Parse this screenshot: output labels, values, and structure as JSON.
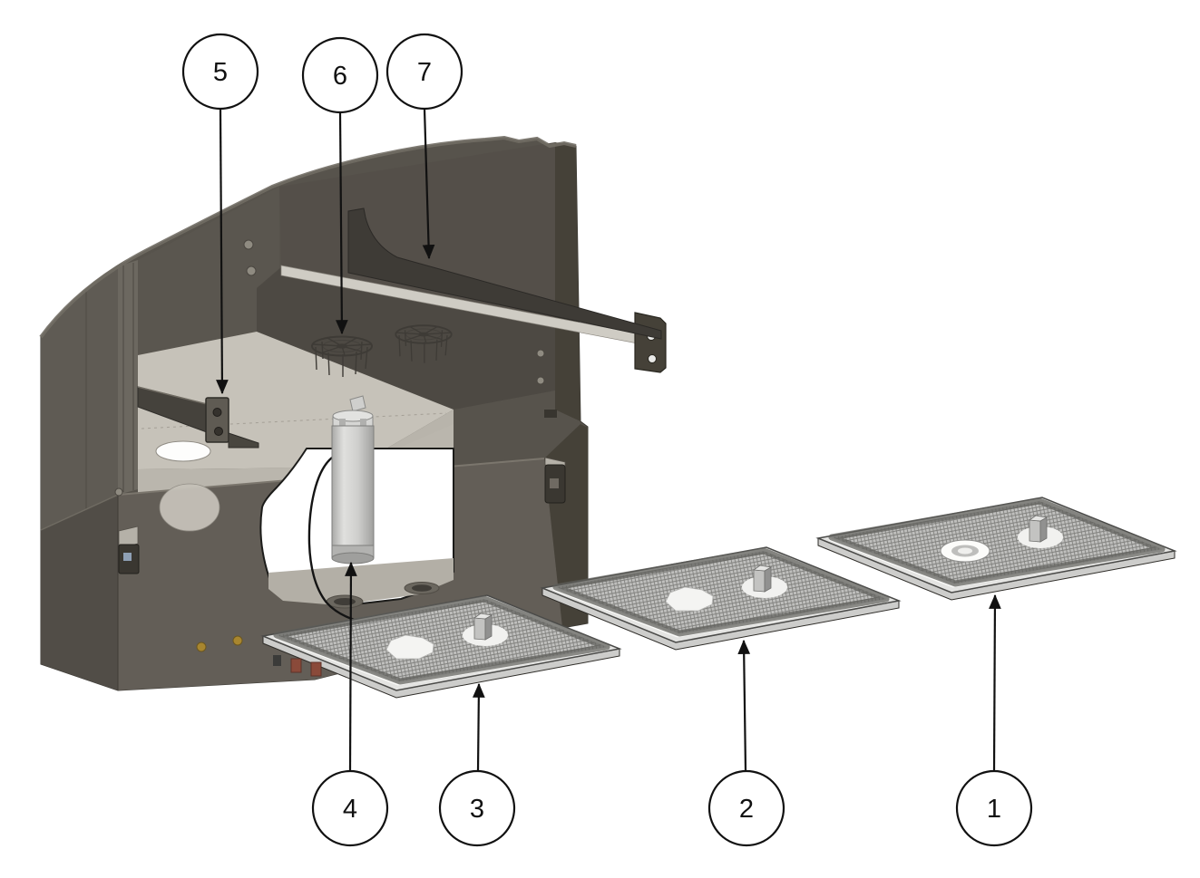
{
  "diagram": {
    "kind": "exploded-parts-diagram",
    "background": "#ffffff",
    "description": "Cutaway cabinet with internal tank, submersible pump, two nozzle spiders, support bar and three mesh grid trays, labelled with numbered callouts"
  },
  "callouts": [
    {
      "number": "1"
    },
    {
      "number": "2"
    },
    {
      "number": "3"
    },
    {
      "number": "4"
    },
    {
      "number": "5"
    },
    {
      "number": "6"
    },
    {
      "number": "7"
    }
  ],
  "colors": {
    "callout-ink": "#111111",
    "outline": "#1c1c1a",
    "cabinet-dark": "#57534c",
    "cabinet-deep": "#454138",
    "panel-outer": "#5f5b54",
    "wall-inner": "#5a564f",
    "wall-back": "#544f49",
    "wall-mid": "#4d4943",
    "base-front": "#635e57",
    "base-left": "#514d47",
    "tank-light": "#c6c2b9",
    "tank-front": "#bab6ad",
    "ledge-light": "#cfccc4",
    "tray-rim": "#e4e4e2",
    "mesh-gray": "#bfbfbd",
    "mesh-line": "#82827f",
    "pump-light": "#d9d9d7",
    "brass": "#a8862f",
    "foot-red": "#8a4a3a"
  }
}
